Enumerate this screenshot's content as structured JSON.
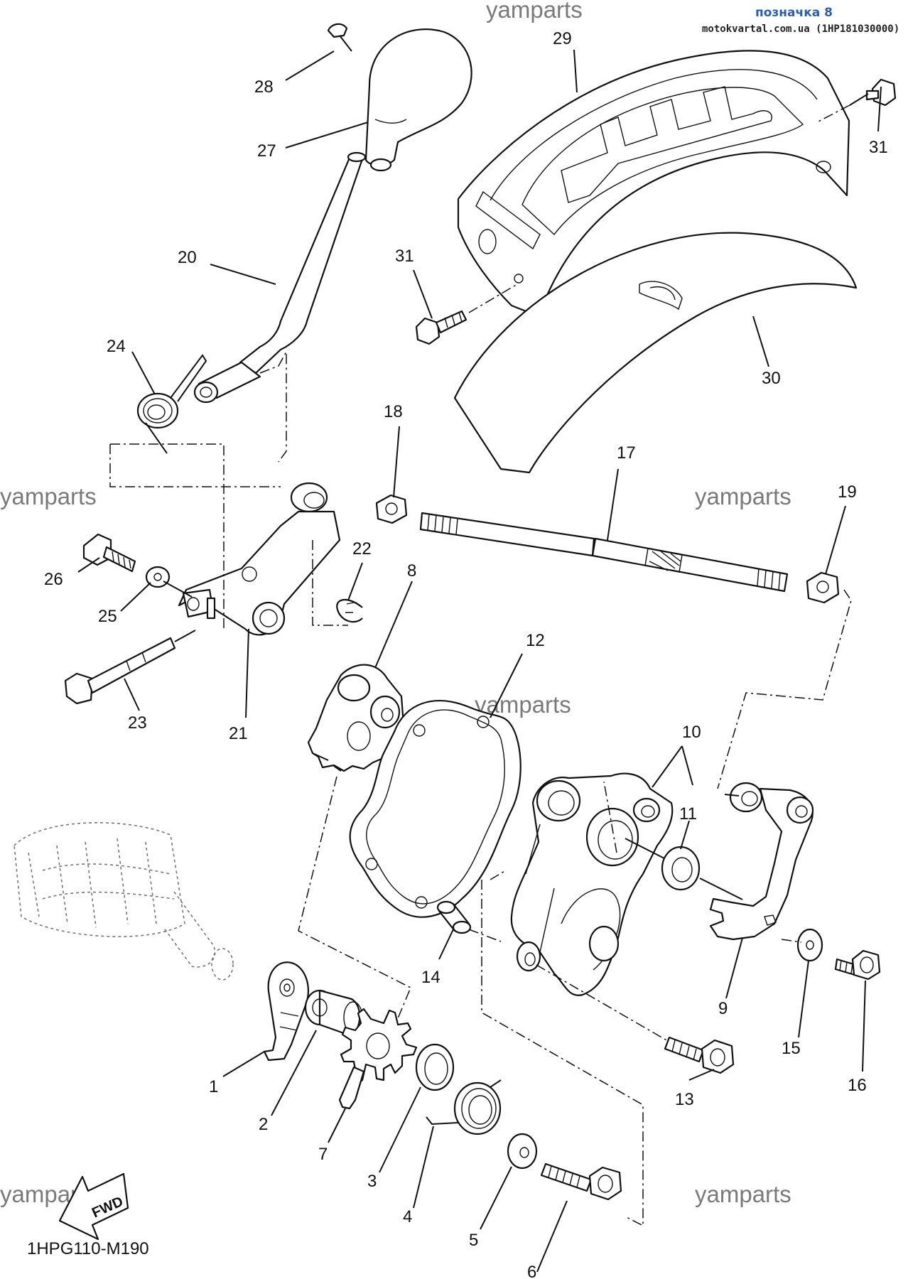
{
  "header": {
    "label": "позначка 8",
    "source": "motokvartal.com.ua (1HP181030000)"
  },
  "diagram_code": "1HPG110-M190",
  "fwd_label": "FWD",
  "watermarks": [
    "yamparts",
    "yamparts",
    "yamparts",
    "yamparts",
    "yamparts",
    "yamparts"
  ],
  "callouts": [
    "1",
    "2",
    "3",
    "4",
    "5",
    "6",
    "7",
    "8",
    "9",
    "10",
    "11",
    "12",
    "13",
    "14",
    "15",
    "16",
    "17",
    "18",
    "19",
    "20",
    "21",
    "22",
    "23",
    "24",
    "25",
    "26",
    "27",
    "28",
    "29",
    "30",
    "31",
    "31"
  ],
  "colors": {
    "header_blue": "#2a5db0",
    "watermark_gray": "#7a7a7a",
    "line": "#111111"
  }
}
